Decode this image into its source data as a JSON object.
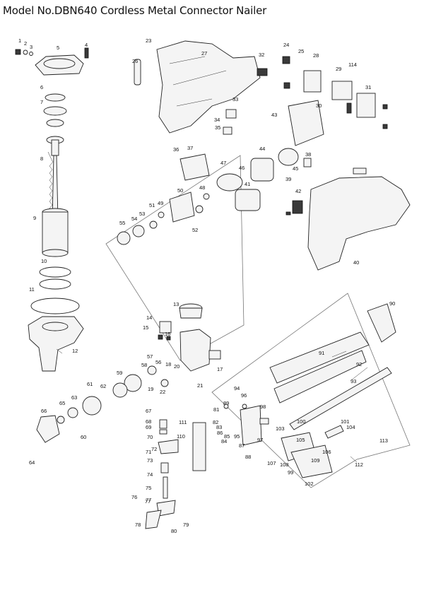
{
  "title": "Model No.DBN640 Cordless Metal Connector Nailer",
  "labels": [
    "1",
    "2",
    "3",
    "4",
    "5",
    "6",
    "7",
    "8",
    "9",
    "10",
    "11",
    "12",
    "13",
    "14",
    "15",
    "16",
    "17",
    "18",
    "19",
    "20",
    "21",
    "22",
    "23",
    "24",
    "25",
    "26",
    "27",
    "28",
    "29",
    "30",
    "31",
    "32",
    "33",
    "34",
    "35",
    "36",
    "37",
    "38",
    "39",
    "40",
    "41",
    "42",
    "43",
    "44",
    "45",
    "46",
    "47",
    "48",
    "49",
    "50",
    "51",
    "52",
    "53",
    "54",
    "55",
    "56",
    "57",
    "58",
    "59",
    "60",
    "61",
    "62",
    "63",
    "64",
    "65",
    "66",
    "67",
    "68",
    "69",
    "70",
    "71",
    "72",
    "73",
    "74",
    "75",
    "76",
    "77",
    "77",
    "78",
    "79",
    "80",
    "81",
    "82",
    "83",
    "84",
    "85",
    "86",
    "87",
    "88",
    "89",
    "90",
    "91",
    "92",
    "93",
    "94",
    "95",
    "96",
    "97",
    "98",
    "99",
    "100",
    "101",
    "102",
    "103",
    "104",
    "105",
    "106",
    "107",
    "108",
    "109",
    "110",
    "111",
    "112",
    "113",
    "114"
  ]
}
